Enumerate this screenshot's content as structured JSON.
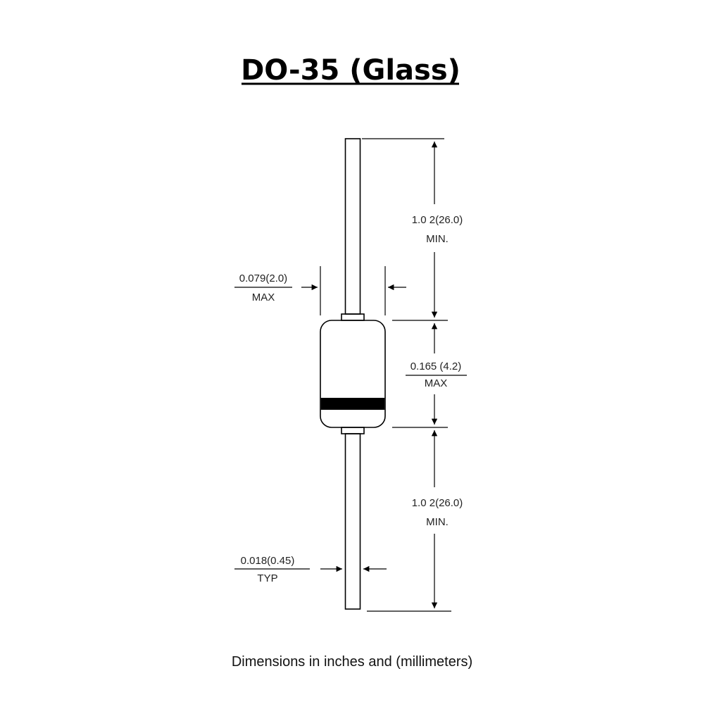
{
  "title": "DO-35 (Glass)",
  "caption": "Dimensions in inches and (millimeters)",
  "dimensions": {
    "lead_length_top": {
      "value": "1.0 2(26.0)",
      "note": "MIN."
    },
    "body_diameter": {
      "value": "0.079(2.0)",
      "note": "MAX"
    },
    "body_length": {
      "value": "0.165 (4.2)",
      "note": "MAX"
    },
    "lead_length_bottom": {
      "value": "1.0 2(26.0)",
      "note": "MIN."
    },
    "lead_diameter": {
      "value": "0.018(0.45)",
      "note": "TYP"
    }
  },
  "colors": {
    "line": "#000000",
    "band": "#000000",
    "background": "#ffffff"
  }
}
